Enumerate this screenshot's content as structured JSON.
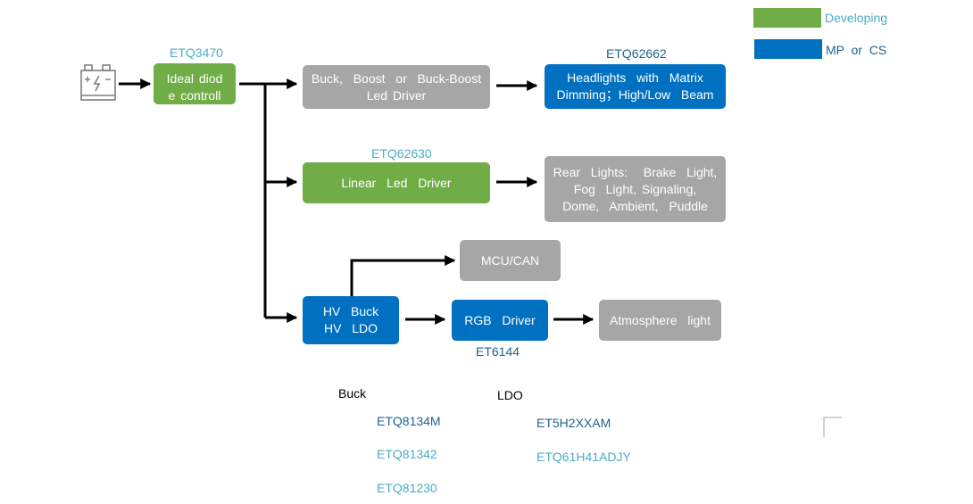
{
  "legend": {
    "developing": {
      "label": "Developing",
      "color": "#70ad47",
      "text_color": "#4bacc6"
    },
    "mp_cs": {
      "label": "MP  or  CS",
      "color": "#0070c0",
      "text_color": "#1f6391"
    }
  },
  "battery": {
    "icon": "car-battery-icon"
  },
  "nodes": {
    "ideal_diode": {
      "part": "ETQ3470",
      "lines": [
        "Ideal diod",
        "e controll"
      ],
      "status": "developing"
    },
    "buck_boost": {
      "lines": [
        "Buck,  Boost  or  Buck-Boost",
        "Led Driver"
      ],
      "status": "other"
    },
    "headlights": {
      "part": "ETQ62662",
      "lines": [
        "Headlights  with  Matrix",
        "Dimming；High/Low  Beam"
      ],
      "status": "mp_cs"
    },
    "linear": {
      "part": "ETQ62630",
      "lines": [
        "Linear  Led  Driver"
      ],
      "status": "developing"
    },
    "rear_lights": {
      "lines": [
        "Rear  Lights:   Brake  Light,",
        "Fog  Light, Signaling,",
        "Dome,  Ambient,  Puddle"
      ],
      "status": "other"
    },
    "mcu_can": {
      "lines": [
        "MCU/CAN"
      ],
      "status": "other"
    },
    "hv": {
      "lines": [
        "HV  Buck",
        "HV  LDO"
      ],
      "status": "mp_cs"
    },
    "rgb": {
      "part": "ET6144",
      "lines": [
        "RGB  Driver"
      ],
      "status": "mp_cs"
    },
    "atmosphere": {
      "lines": [
        "Atmosphere  light"
      ],
      "status": "other"
    }
  },
  "parts_list": {
    "buck": {
      "heading": "Buck",
      "items": [
        "ETQ8134M",
        "ETQ81342",
        "ETQ81230"
      ]
    },
    "ldo": {
      "heading": "LDO",
      "items": [
        "ET5H2XXAM",
        "ETQ61H41ADJY"
      ]
    }
  }
}
